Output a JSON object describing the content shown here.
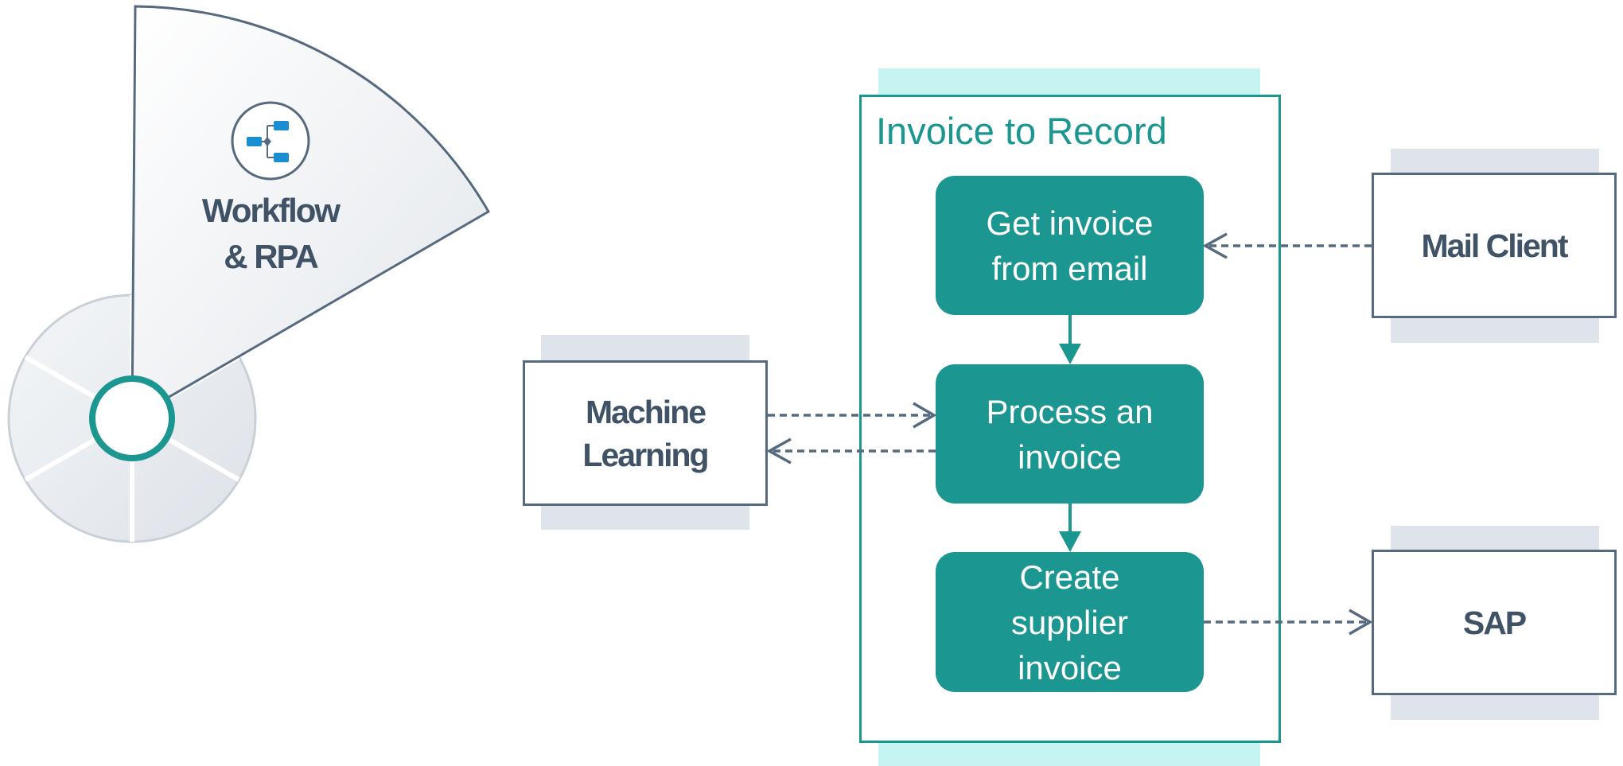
{
  "wheel": {
    "segment_label": "Workflow\n& RPA",
    "segment_icon": "workflow-icon",
    "colors": {
      "segment_fill": "#e6eaee",
      "segment_stroke": "#566a7f",
      "hub_ring": "#1c9690",
      "icon": "#1a8ed0"
    }
  },
  "container": {
    "title": "Invoice to Record",
    "steps": [
      {
        "label": "Get invoice\nfrom email"
      },
      {
        "label": "Process an\ninvoice"
      },
      {
        "label": "Create\nsupplier\ninvoice"
      }
    ]
  },
  "systems": {
    "machine_learning": "Machine\nLearning",
    "mail_client": "Mail Client",
    "sap": "SAP"
  },
  "colors": {
    "teal": "#1c9690",
    "slate": "#566a7f",
    "text_dark": "#3f5266",
    "shadow_gray": "#dfe3ea",
    "shadow_cyan": "#c6f4f2"
  }
}
